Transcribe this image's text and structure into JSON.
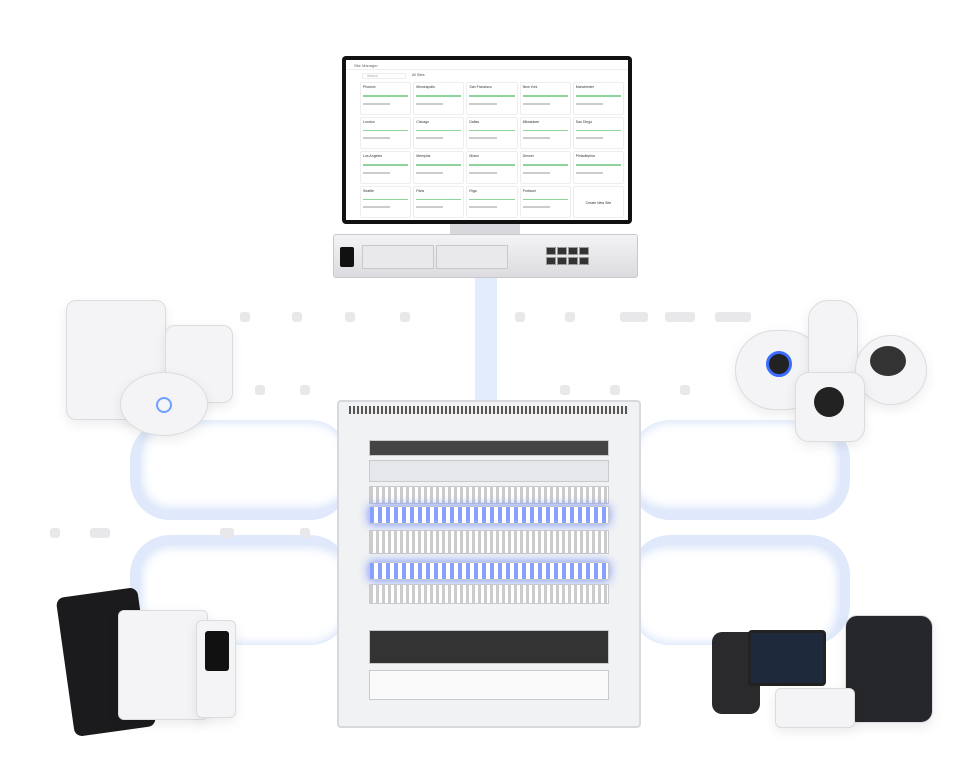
{
  "monitor": {
    "app_title": "Site Manager",
    "search_placeholder": "Search",
    "filter_label": "All Sites",
    "sites": [
      "Phoenix",
      "Minneapolis",
      "San Francisco",
      "New York",
      "Manchester",
      "London",
      "Chicago",
      "Dallas",
      "Milwaukee",
      "San Diego",
      "Los Angeles",
      "Memphis",
      "Miami",
      "Denver",
      "Philadelphia",
      "Seattle",
      "Paris",
      "Riga",
      "Portland"
    ],
    "create_site_label": "Create New Site"
  },
  "brand": {
    "accent": "#4d7cff",
    "glow": "#dfe9fb"
  },
  "devices": [
    "gateway-icon",
    "access-point-icon",
    "camera-icon",
    "door-access-icon",
    "voip-phone-icon",
    "ev-charger-icon",
    "server-rack-icon"
  ]
}
